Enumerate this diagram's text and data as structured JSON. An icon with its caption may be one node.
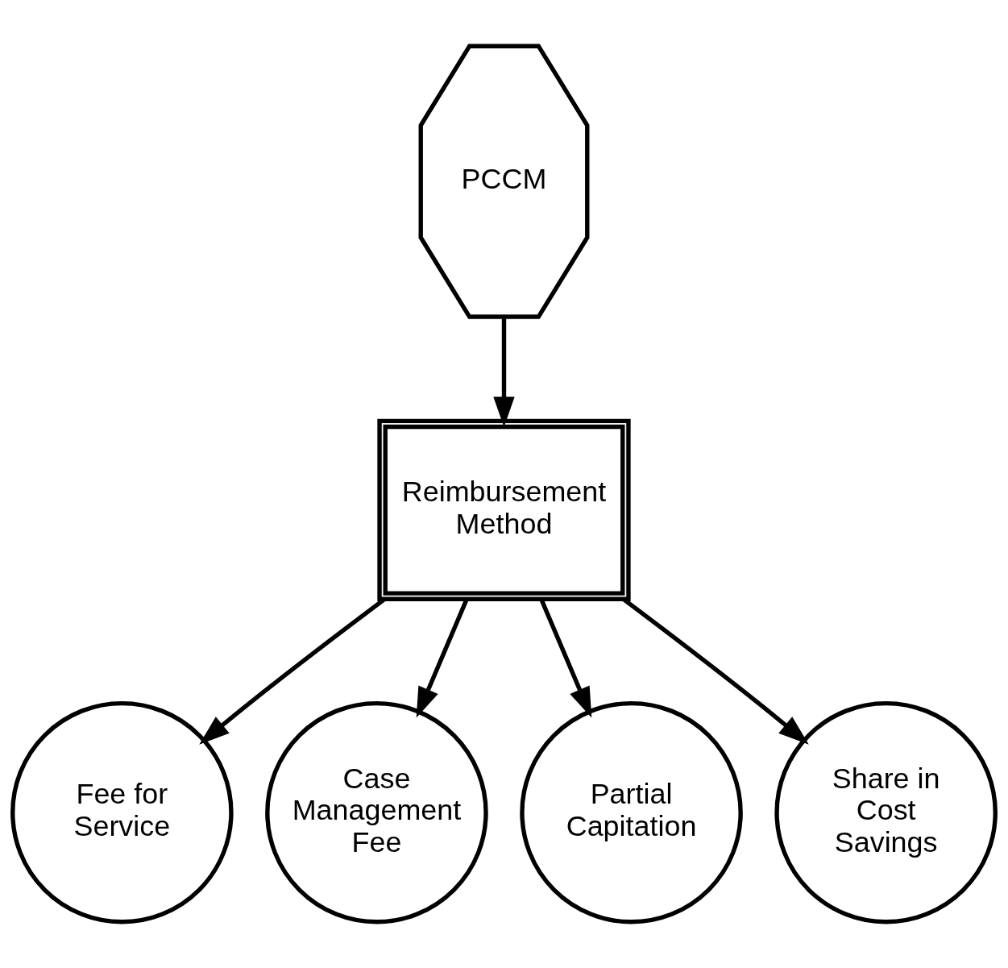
{
  "diagram": {
    "nodes": [
      {
        "text": [
          "PCCM"
        ]
      },
      {
        "text": [
          "Reimbursement Method"
        ]
      },
      {
        "text": [
          "Fee for Service"
        ]
      },
      {
        "text": [
          "Case Management Fee"
        ]
      },
      {
        "text": [
          "Partial Capitation"
        ]
      },
      {
        "text": [
          "Share in Cost Savings"
        ]
      }
    ],
    "edges": [
      {
        "from": 0,
        "to": 1,
        "arrow": "to"
      },
      {
        "from": 1,
        "to": 2,
        "arrow": "to"
      },
      {
        "from": 1,
        "to": 3,
        "arrow": "to"
      },
      {
        "from": 1,
        "to": 4,
        "arrow": "to"
      },
      {
        "from": 1,
        "to": 5,
        "arrow": "to"
      }
    ]
  }
}
